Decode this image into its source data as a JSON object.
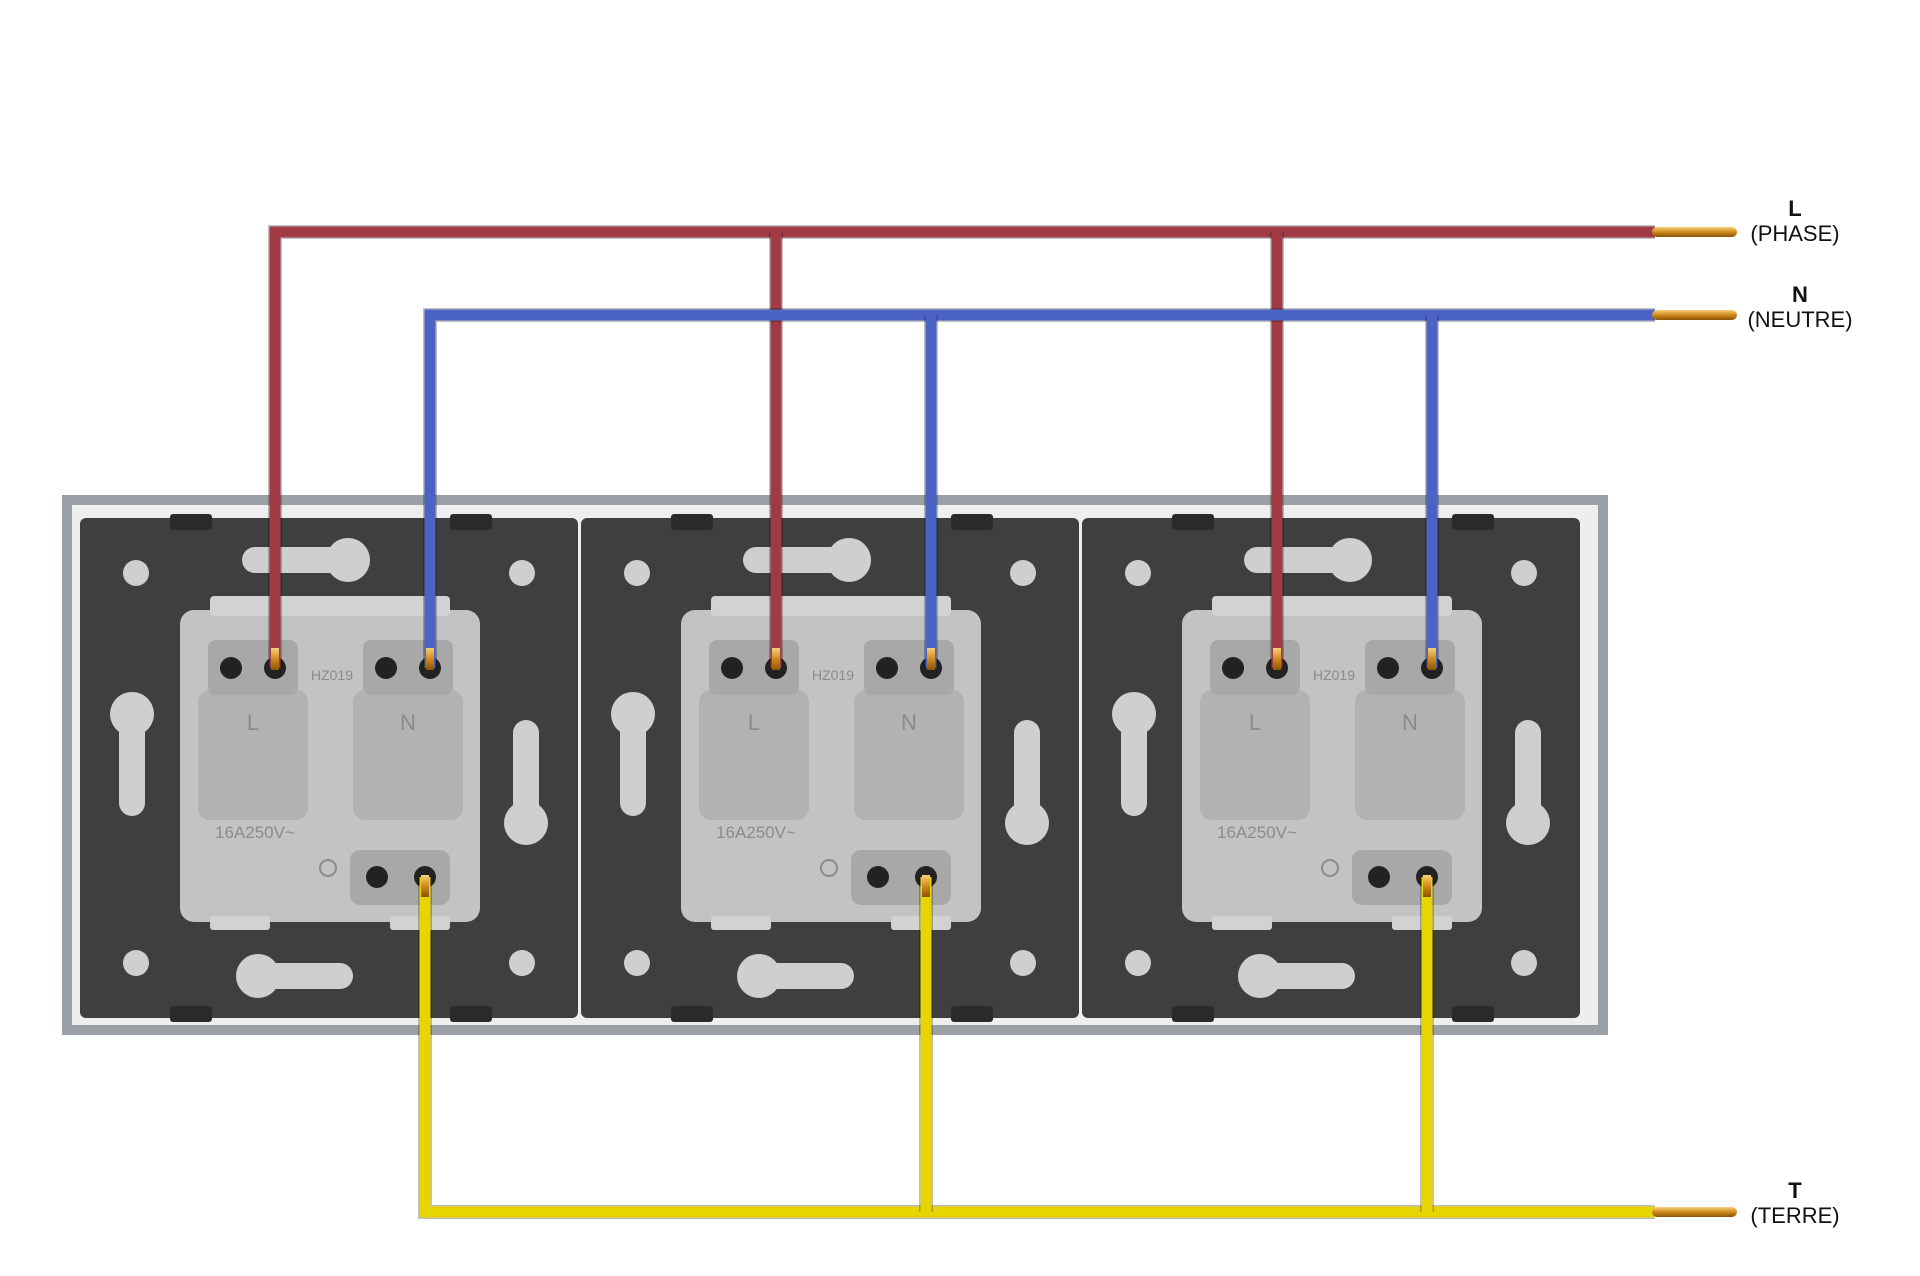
{
  "diagram": {
    "modules_count": 3,
    "wires": [
      {
        "code": "L",
        "label": "(PHASE)",
        "color": "#a23a45"
      },
      {
        "code": "N",
        "label": "(NEUTRE)",
        "color": "#4a63c4"
      },
      {
        "code": "T",
        "label": "(TERRE)",
        "color": "#e8d400"
      }
    ],
    "socket": {
      "model": "HZ019",
      "rating": "16A250V~",
      "left_terminal": "L",
      "right_terminal": "N"
    },
    "colors": {
      "plate_frame": "#9aa0a6",
      "base_plate": "#3f3f3f",
      "socket_body": "#c3c3c3",
      "wire_tip": "#e0a235"
    }
  }
}
